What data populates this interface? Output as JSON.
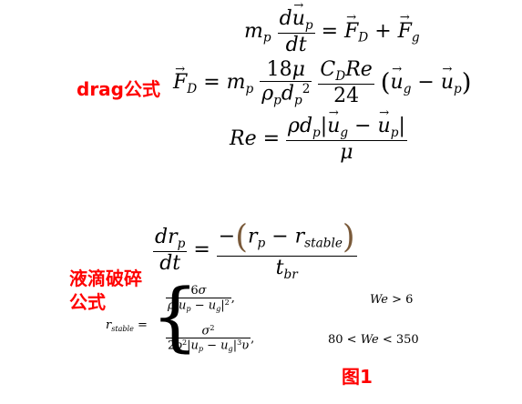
{
  "labels": {
    "drag": "drag公式",
    "breakup_line1": "液滴破碎",
    "breakup_line2": "公式",
    "figure": "图1"
  },
  "colors": {
    "label_red": "#ff0000",
    "paren_brown": "#7a5a3a"
  }
}
